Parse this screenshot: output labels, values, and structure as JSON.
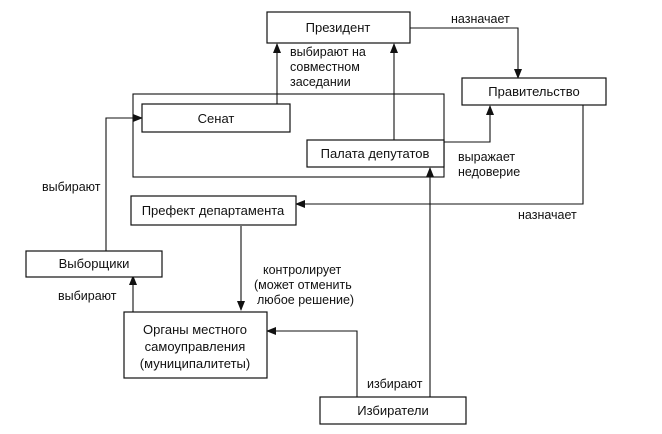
{
  "nodes": {
    "president": "Президент",
    "government": "Правительство",
    "senate": "Сенат",
    "deputies": "Палата депутатов",
    "prefect": "Префект департамента",
    "electors": "Выборщики",
    "local_bodies": [
      "Органы местного",
      "самоуправления",
      "(муниципалитеты)"
    ],
    "voters": "Избиратели"
  },
  "labels": {
    "appoints_top": "назначает",
    "elect_joint": [
      "выбирают на",
      "совместном",
      "заседании"
    ],
    "distrust": [
      "выражает",
      "недоверие"
    ],
    "appoints_prefect": "назначает",
    "elect_left": "выбирают",
    "elect_electors": "выбирают",
    "controls": [
      "контролирует",
      "(может отменить",
      "любое решение)"
    ],
    "voters_elect": "избирают"
  }
}
